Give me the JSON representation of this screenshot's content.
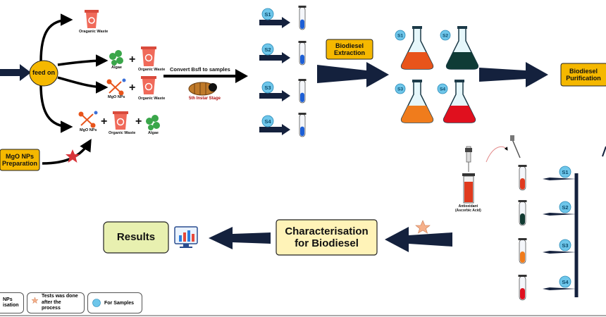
{
  "flow": {
    "feed_on": "feed on",
    "convert_label": "Convert Bsfl to samples",
    "instar_label": "5th Instar Stage",
    "mgo_prep": [
      "MgO NPs",
      "Preparation"
    ],
    "biodiesel_extraction": [
      "Biodiesel",
      "Extraction"
    ],
    "biodiesel_purification": [
      "Biodiesel",
      "Purification"
    ],
    "characterisation": [
      "Characterisation",
      "for Biodiesel"
    ],
    "results": "Results",
    "antioxidant": [
      "Antioxidant",
      "(Ascorbic Acid)"
    ]
  },
  "feed_options": {
    "organic_waste": "Oraganic Waste",
    "algae": "Algae",
    "organic_waste_2": "Organic Waste",
    "mgo_nps": "MgO NPs",
    "plus": "+"
  },
  "sample_badges": [
    "S1",
    "S2",
    "S3",
    "S4"
  ],
  "legend": {
    "mgo": [
      "NPs",
      "isation"
    ],
    "tests": [
      "Tests was done",
      "after the process"
    ],
    "samples": "For Samples"
  },
  "colors": {
    "arrow": "#14213d",
    "label_box": "#f5b800",
    "results_box": "#e8f0b0",
    "char_box": "#fff3b8",
    "badge": "#6ec6ea",
    "tube_blue": "#1d5fd6",
    "flask_1": "#e8541b",
    "flask_2": "#0f3b36",
    "flask_3": "#f07c1c",
    "flask_4": "#e0101e",
    "tube_red": "#e03a1e",
    "tube_dark": "#123b32",
    "tube_orange": "#f07c1c",
    "tube_red2": "#e0101e"
  },
  "icons": [
    "recycle-bin-icon",
    "algae-icon",
    "nanoparticle-icon",
    "larva-icon",
    "star-icon",
    "flask-icon",
    "test-tube-icon",
    "pipette-icon",
    "dropper-icon",
    "monitor-chart-icon"
  ]
}
